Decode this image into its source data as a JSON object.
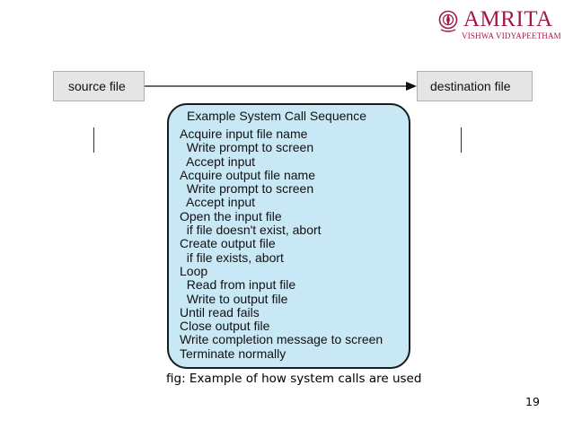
{
  "logo": {
    "name": "AMRITA",
    "subtitle": "VISHWA VIDYAPEETHAM",
    "brand_color": "#a3184a"
  },
  "diagram": {
    "source_label": "source file",
    "destination_label": "destination file",
    "sequence_title": "Example System Call Sequence",
    "sequence_steps": [
      "Acquire input file name",
      "  Write prompt to screen",
      "  Accept input",
      "Acquire output file name",
      "  Write prompt to screen",
      "  Accept input",
      "Open the input file",
      "  if file doesn't exist, abort",
      "Create output file",
      "  if file exists, abort",
      "Loop",
      "  Read from input file",
      "  Write to output file",
      "Until read fails",
      "Close output file",
      "Write completion message to screen",
      "Terminate normally"
    ],
    "box_fill": "#c9e8f6",
    "file_box_fill": "#e5e5e5"
  },
  "caption": "fig: Example of how system calls are used",
  "page_number": "19"
}
